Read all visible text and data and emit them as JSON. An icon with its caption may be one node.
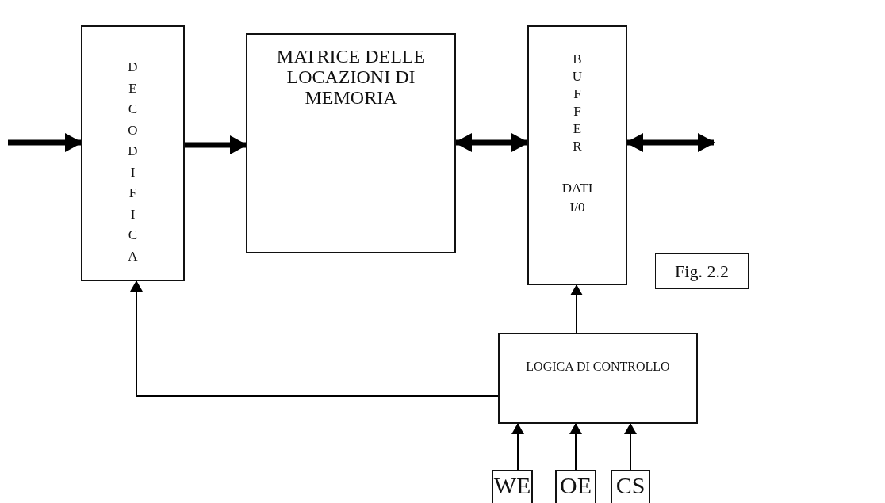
{
  "diagram": {
    "nodes": [
      {
        "text": [
          "DECODIFICA"
        ]
      },
      {
        "text": [
          "MATRICE DELLE LOCAZIONI DI MEMORIA"
        ]
      },
      {
        "text": [
          "BUFFER",
          "DATI I/0"
        ]
      },
      {
        "text": [
          "LOGICA DI CONTROLLO"
        ]
      },
      {
        "text": [
          "WE"
        ]
      },
      {
        "text": [
          "OE"
        ]
      },
      {
        "text": [
          "CS"
        ]
      },
      {
        "text": [
          "Fig. 2.2"
        ]
      }
    ],
    "edges": [
      {
        "from": null,
        "to": 0,
        "arrow": "to",
        "style": "thick"
      },
      {
        "from": 0,
        "to": 1,
        "arrow": "to",
        "style": "thick"
      },
      {
        "from": 1,
        "to": 2,
        "arrow": "both",
        "style": "thick"
      },
      {
        "from": 2,
        "to": null,
        "arrow": "both",
        "style": "thick"
      },
      {
        "from": 3,
        "to": 2,
        "arrow": "to"
      },
      {
        "from": 3,
        "to": 0,
        "arrow": "to"
      },
      {
        "from": 4,
        "to": 3,
        "arrow": "to"
      },
      {
        "from": 5,
        "to": 3,
        "arrow": "to"
      },
      {
        "from": 6,
        "to": 3,
        "arrow": "to"
      }
    ]
  }
}
